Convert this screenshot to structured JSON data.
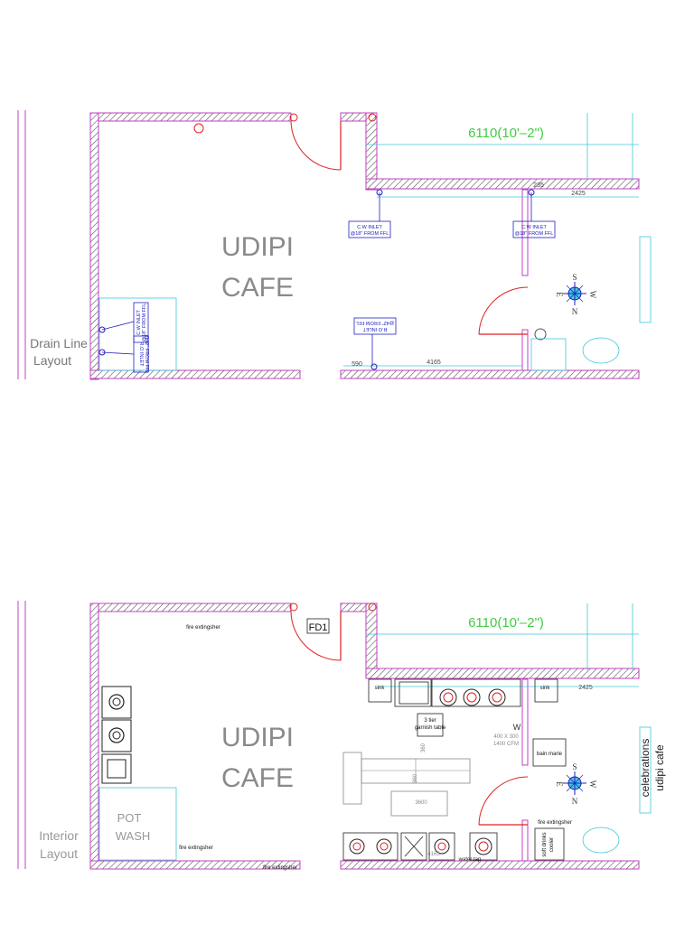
{
  "top_plan": {
    "title_line1": "UDIPI",
    "title_line2": "CAFE",
    "layout_label_line1": "Drain Line",
    "layout_label_line2": "Layout",
    "dimension_green": "6110(10'–2\")",
    "dim_2425": "2425",
    "dim_235": "235",
    "dim_590": "590",
    "dim_4165": "4165",
    "cw_inlet_1_line1": "C.W INLET",
    "cw_inlet_1_line2": "@18\" FROM FFL",
    "cw_inlet_2_line1": "C.W INLET",
    "cw_inlet_2_line2": "@18\" FROM FFL",
    "ro_inlet_line1": "R.O INLET",
    "ro_inlet_line2": "@42\" FROM FFL",
    "left_inlet_a_line1": "C.W INLET",
    "left_inlet_a_line2": "@18\" FROM FFL",
    "left_inlet_b_line1": "R.O INLET",
    "left_inlet_b_line2": "@42\" FROM FFL",
    "compass": {
      "n": "N",
      "s": "S",
      "e": "E",
      "w": "W"
    }
  },
  "bottom_plan": {
    "title_line1": "UDIPI",
    "title_line2": "CAFE",
    "layout_label_line1": "Interior",
    "layout_label_line2": "Layout",
    "dimension_green": "6110(10'–2\")",
    "door_tag": "FD1",
    "dim_2425": "2425",
    "fire_extinguisher_top": "fire extingsher",
    "fire_extinguisher_potwash": "fire extingsher",
    "fire_extinguisher_bottom": "fire extingsher",
    "fire_extinguisher_right": "fire extingsher",
    "pot_wash_line1": "POT",
    "pot_wash_line2": "WASH",
    "sink_left": "sink",
    "sink_right": "sink",
    "garnish_line1": "3 tier",
    "garnish_line2": "garnish table",
    "hood_w": "W",
    "hood_size": "400 X 300",
    "hood_cfm": "1400 CFM",
    "bain_marie": "bain marie",
    "soft_drinks_line1": "soft drinks",
    "soft_drinks_line2": "cooler",
    "water_tap": "water tap",
    "dim_4165": "4165",
    "dim_360": "360",
    "dim_3600": "3600",
    "dim_360b": "360",
    "side_label_line1": "celebrations",
    "side_label_line2": "udipi cafe",
    "compass": {
      "n": "N",
      "s": "S",
      "e": "E",
      "w": "W"
    }
  },
  "colors": {
    "wall_outline": "#c040c0",
    "hatch": "#555555",
    "door_arc": "#e02020",
    "annotation_blue": "#2020c0",
    "dimension_green": "#40cc40",
    "fixture_cyan": "#40c8d8",
    "title_gray": "#8a8a8a"
  }
}
